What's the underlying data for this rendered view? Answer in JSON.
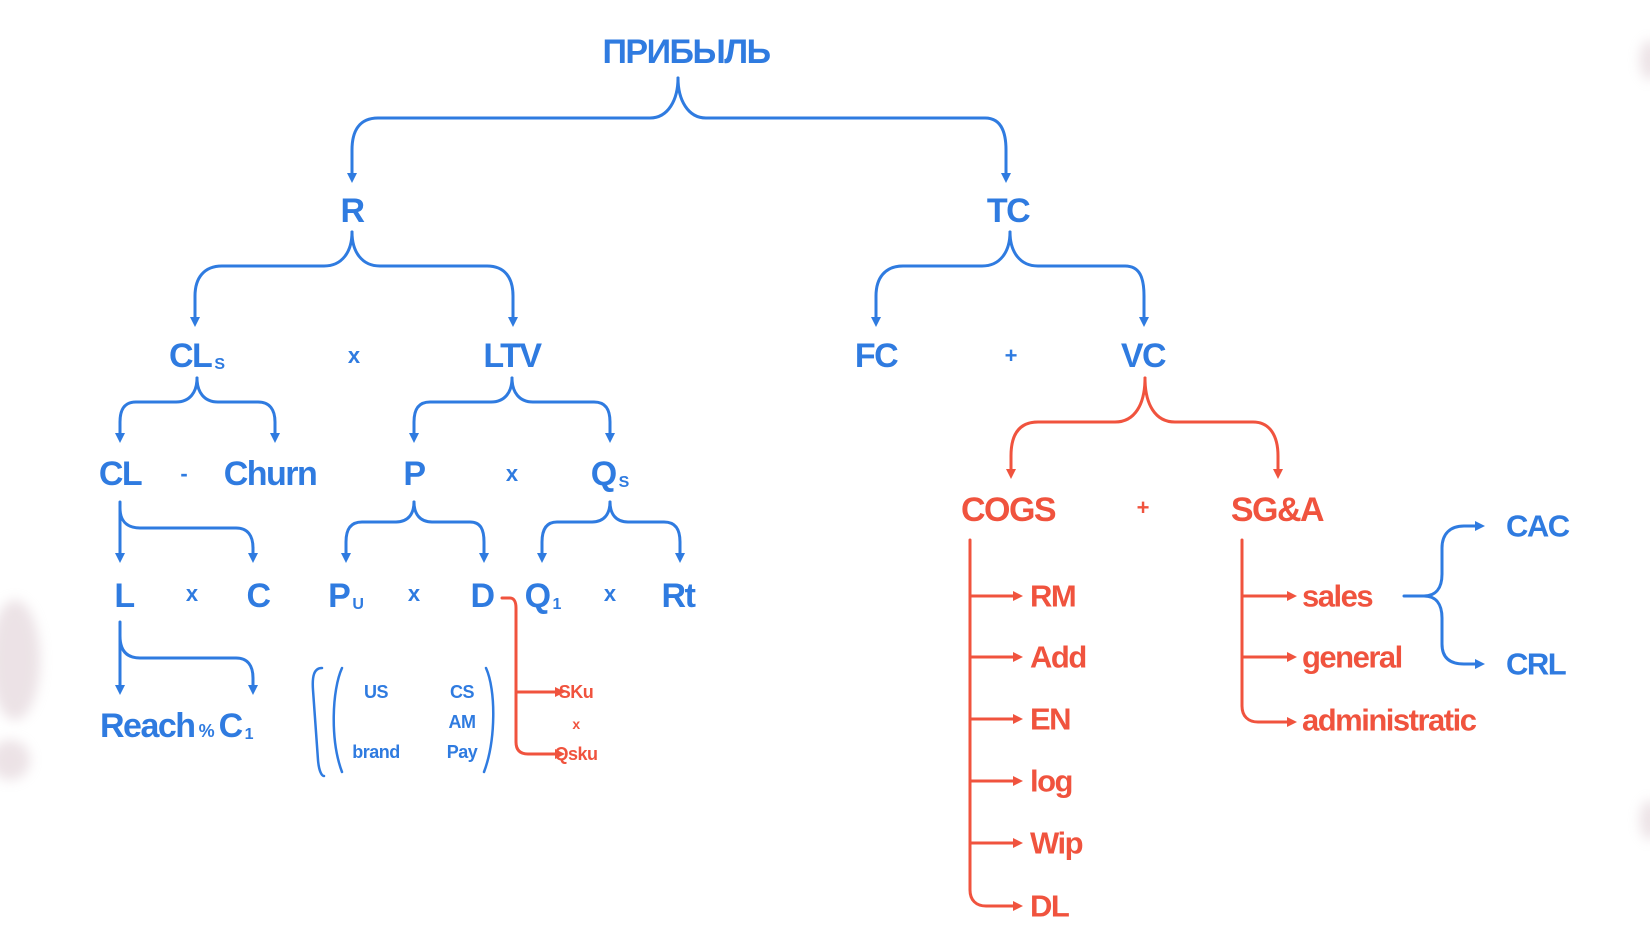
{
  "diagram": {
    "title": "ПРИБЫЛЬ",
    "colors": {
      "blue": "#2f7be0",
      "red": "#f0533e"
    },
    "level1": {
      "revenue": "R",
      "total_costs": "TC"
    },
    "revenue_branch": {
      "customers": {
        "main": "CL",
        "sub": "S"
      },
      "op_customers_ltv": "x",
      "ltv": "LTV",
      "customers_base": "CL",
      "op_minus": "-",
      "churn": "Churn",
      "price": "P",
      "op_price_qty": "x",
      "quantity": {
        "main": "Q",
        "sub": "S"
      },
      "leads": "L",
      "op_leads_conv": "x",
      "conversion": "C",
      "unit_price": {
        "main": "P",
        "sub": "U"
      },
      "op_unit_discount": "x",
      "discount": "D",
      "qty_one": {
        "main": "Q",
        "sub": "1"
      },
      "op_qty_rt": "x",
      "retention": "Rt",
      "reach": "Reach",
      "reach_pct": "%",
      "conversion_one": {
        "main": "C",
        "sub": "1"
      },
      "discount_factors": {
        "col1": [
          "US",
          "brand"
        ],
        "col2": [
          "CS",
          "AM",
          "Pay"
        ]
      },
      "discount_split": {
        "sku": "SKu",
        "op": "x",
        "qsku": "Qsku"
      }
    },
    "cost_branch": {
      "fixed_costs": "FC",
      "op_plus": "+",
      "variable_costs": "VC",
      "cogs": "COGS",
      "op_cogs_sga": "+",
      "sga": "SG&A",
      "cogs_items": [
        "RM",
        "Add",
        "EN",
        "log",
        "Wip",
        "DL"
      ],
      "sga_items": [
        "sales",
        "general",
        "administratic"
      ],
      "sales_items": [
        "CAC",
        "CRL"
      ]
    }
  }
}
